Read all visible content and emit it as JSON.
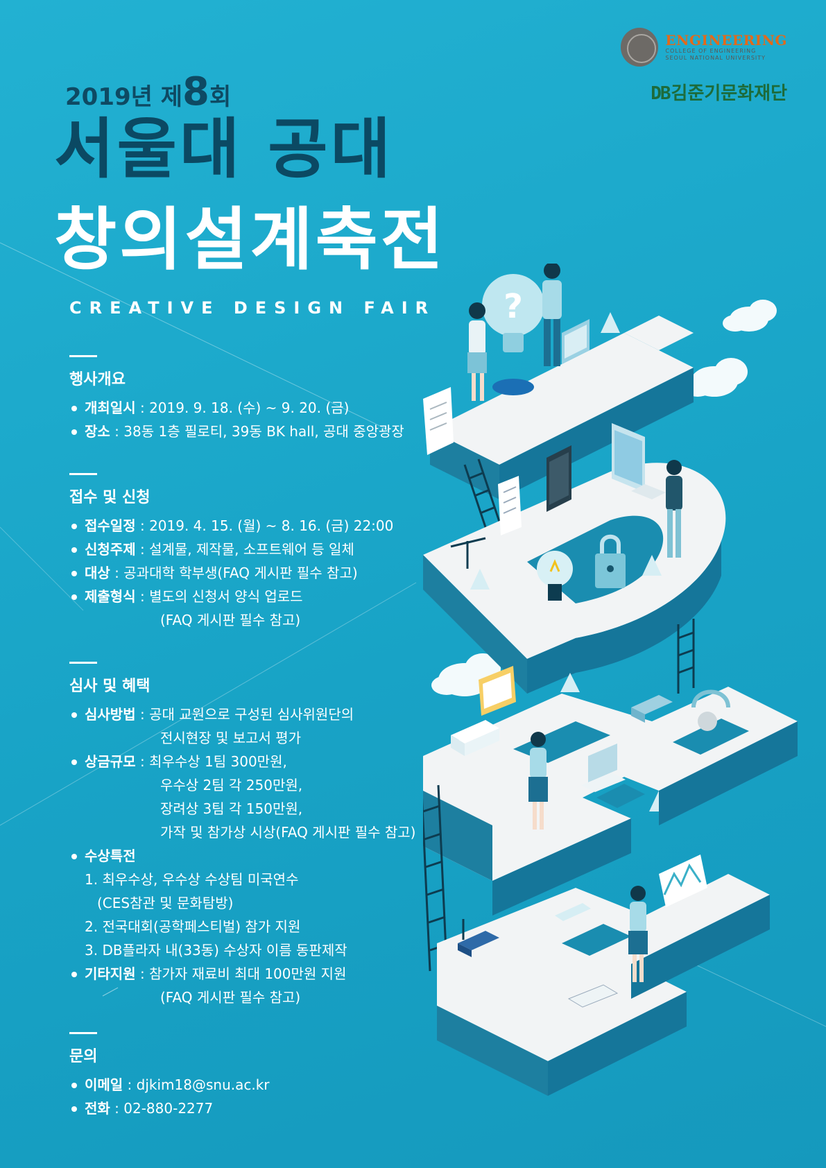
{
  "logos": {
    "engineering": "ENGINEERING",
    "college": "COLLEGE OF ENGINEERING",
    "university": "SEOUL NATIONAL UNIVERSITY",
    "db_mark": "DB",
    "foundation": "김준기문화재단"
  },
  "header": {
    "edition_prefix": "2019년 제",
    "edition_number": "8",
    "edition_suffix": "회",
    "title_line1": "서울대 공대",
    "title_line2": "창의설계축전",
    "subtitle": "CREATIVE DESIGN FAIR"
  },
  "overview": {
    "title": "행사개요",
    "items": [
      {
        "label": "개최일시",
        "sep": " : ",
        "value": "2019. 9. 18. (수) ~ 9. 20. (금)"
      },
      {
        "label": "장소",
        "sep": " : ",
        "value": "38동 1층 필로티, 39동 BK hall, 공대 중앙광장"
      }
    ]
  },
  "application": {
    "title": "접수 및 신청",
    "items": [
      {
        "label": "접수일정",
        "sep": " : ",
        "value": "2019. 4. 15. (월) ~ 8. 16. (금) 22:00"
      },
      {
        "label": "신청주제",
        "sep": " : ",
        "value": "설계물, 제작물, 소프트웨어 등 일체"
      },
      {
        "label": "대상",
        "sep": " : ",
        "value": "공과대학 학부생(FAQ 게시판 필수 참고)"
      },
      {
        "label": "제출형식",
        "sep": " : ",
        "value": "별도의 신청서 양식 업로드"
      }
    ],
    "continuation": "(FAQ 게시판 필수 참고)"
  },
  "judging": {
    "title": "심사 및 혜택",
    "method": {
      "label": "심사방법",
      "sep": " : ",
      "value": "공대 교원으로 구성된 심사위원단의",
      "cont": "전시현장 및 보고서 평가"
    },
    "prize": {
      "label": "상금규모",
      "sep": " : ",
      "value": "최우수상 1팀 300만원,",
      "lines": [
        "우수상 2팀 각 250만원,",
        "장려상 3팀 각 150만원,",
        "가작 및 참가상 시상(FAQ 게시판 필수 참고)"
      ]
    },
    "special": {
      "label": "수상특전",
      "lines": [
        "1. 최우수상, 우수상 수상팀 미국연수",
        "(CES참관 및 문화탐방)",
        "2. 전국대회(공학페스티벌) 참가 지원",
        "3. DB플라자 내(33동) 수상자 이름 동판제작"
      ]
    },
    "support": {
      "label": "기타지원",
      "sep": " : ",
      "value": "참가자 재료비 최대 100만원 지원",
      "cont": "(FAQ 게시판 필수 참고)"
    }
  },
  "contact": {
    "title": "문의",
    "items": [
      {
        "label": "이메일",
        "sep": " : ",
        "value": "djkim18@snu.ac.kr"
      },
      {
        "label": "전화",
        "sep": " : ",
        "value": "02-880-2277"
      }
    ]
  },
  "illustration": {
    "question_mark": "?"
  },
  "colors": {
    "background": "#1aa6c8",
    "title_dark": "#0b4963",
    "engineering_orange": "#e26a1b",
    "db_green": "#1d6b3a"
  }
}
